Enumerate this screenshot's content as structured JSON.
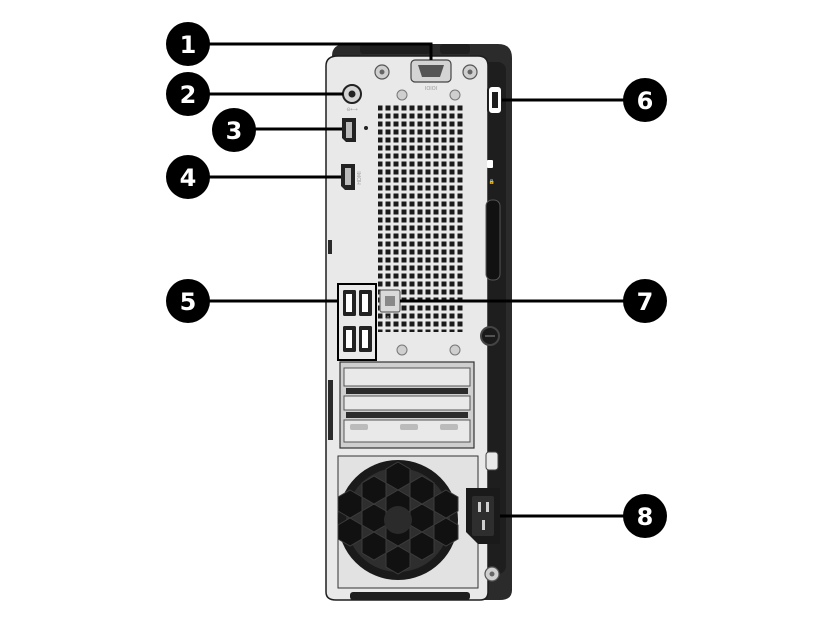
{
  "diagram": {
    "type": "computer-rear-panel",
    "callouts": [
      {
        "id": "1",
        "label": "1"
      },
      {
        "id": "2",
        "label": "2"
      },
      {
        "id": "3",
        "label": "3"
      },
      {
        "id": "4",
        "label": "4"
      },
      {
        "id": "5",
        "label": "5"
      },
      {
        "id": "6",
        "label": "6"
      },
      {
        "id": "7",
        "label": "7"
      },
      {
        "id": "8",
        "label": "8"
      }
    ],
    "colors": {
      "callout_fill": "#000000",
      "callout_text": "#ffffff",
      "chassis_black": "#2b2b2b",
      "panel_light": "#e9e9e9",
      "panel_mid": "#cfcfcf"
    }
  }
}
